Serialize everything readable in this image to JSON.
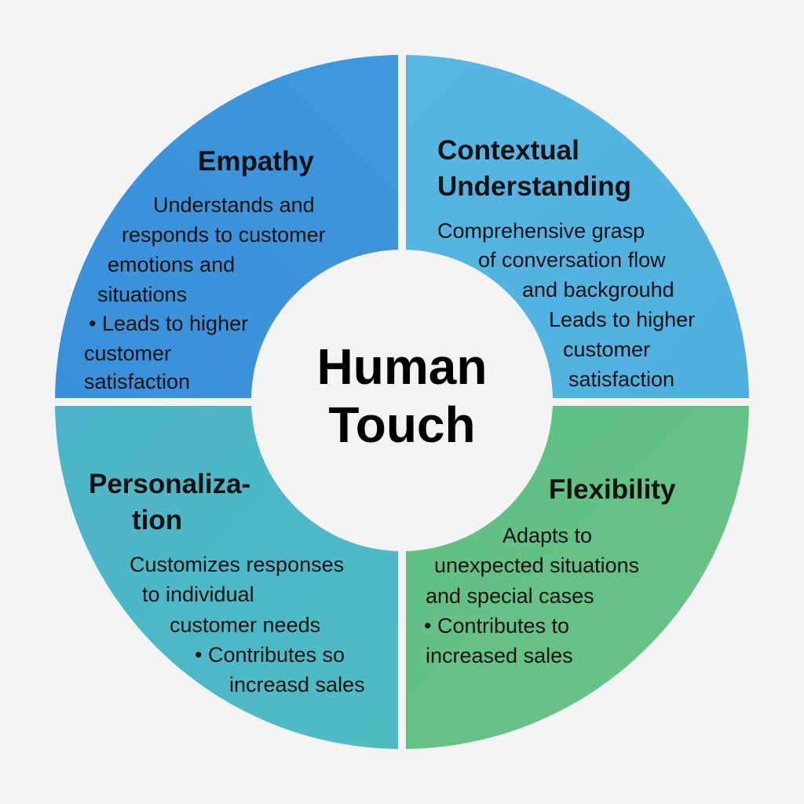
{
  "center": {
    "line1": "Human",
    "line2": "Touch"
  },
  "quadrants": {
    "empathy": {
      "title": "Empathy",
      "color": "#3f95db",
      "lines": [
        "Understands and",
        "responds to customer",
        "emotions and",
        "situations",
        "•  Leads to higher",
        "customer",
        "satisfaction"
      ]
    },
    "contextual": {
      "title_line1": "Contextual",
      "title_line2": "Understanding",
      "color": "#54b3e1",
      "lines": [
        "Comprehensive grasp",
        "of conversation flow",
        "and backgrouhd",
        "Leads to higher",
        "customer",
        "satisfaction"
      ]
    },
    "personalization": {
      "title_line1": "Personaliza-",
      "title_line2": "tion",
      "color": "#4fb8c6",
      "lines": [
        "Customizes responses",
        "to individual",
        "customer needs",
        "•  Contributes so",
        "increasd sales"
      ]
    },
    "flexibility": {
      "title": "Flexibility",
      "color": "#63c181",
      "lines": [
        "Adapts to",
        "unexpected situations",
        "and special cases",
        "•  Contributes to",
        "increased sales"
      ]
    }
  }
}
